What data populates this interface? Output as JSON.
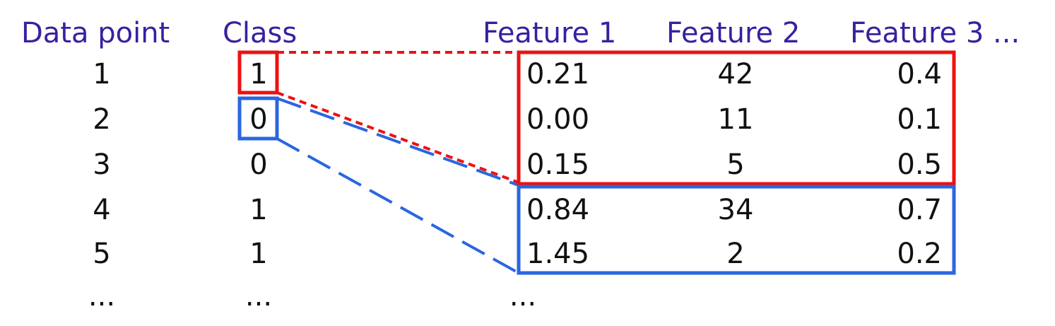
{
  "headers": {
    "data_point": "Data point",
    "class": "Class",
    "feature1": "Feature 1",
    "feature2": "Feature 2",
    "feature3": "Feature 3 ..."
  },
  "rows": [
    {
      "id": "1",
      "class": "1",
      "f1": "0.21",
      "f2": "42",
      "f3": "0.4"
    },
    {
      "id": "2",
      "class": "0",
      "f1": "0.00",
      "f2": "11",
      "f3": "0.1"
    },
    {
      "id": "3",
      "class": "0",
      "f1": "0.15",
      "f2": "5",
      "f3": "0.5"
    },
    {
      "id": "4",
      "class": "1",
      "f1": "0.84",
      "f2": "34",
      "f3": "0.7"
    },
    {
      "id": "5",
      "class": "1",
      "f1": "1.45",
      "f2": "2",
      "f3": "0.2"
    }
  ],
  "ellipsis": {
    "data_point": "...",
    "class": "...",
    "features": "..."
  },
  "colors": {
    "header": "#3a1fa0",
    "text": "#111111",
    "red_group": "#ee1111",
    "blue_group": "#2a66e0"
  }
}
